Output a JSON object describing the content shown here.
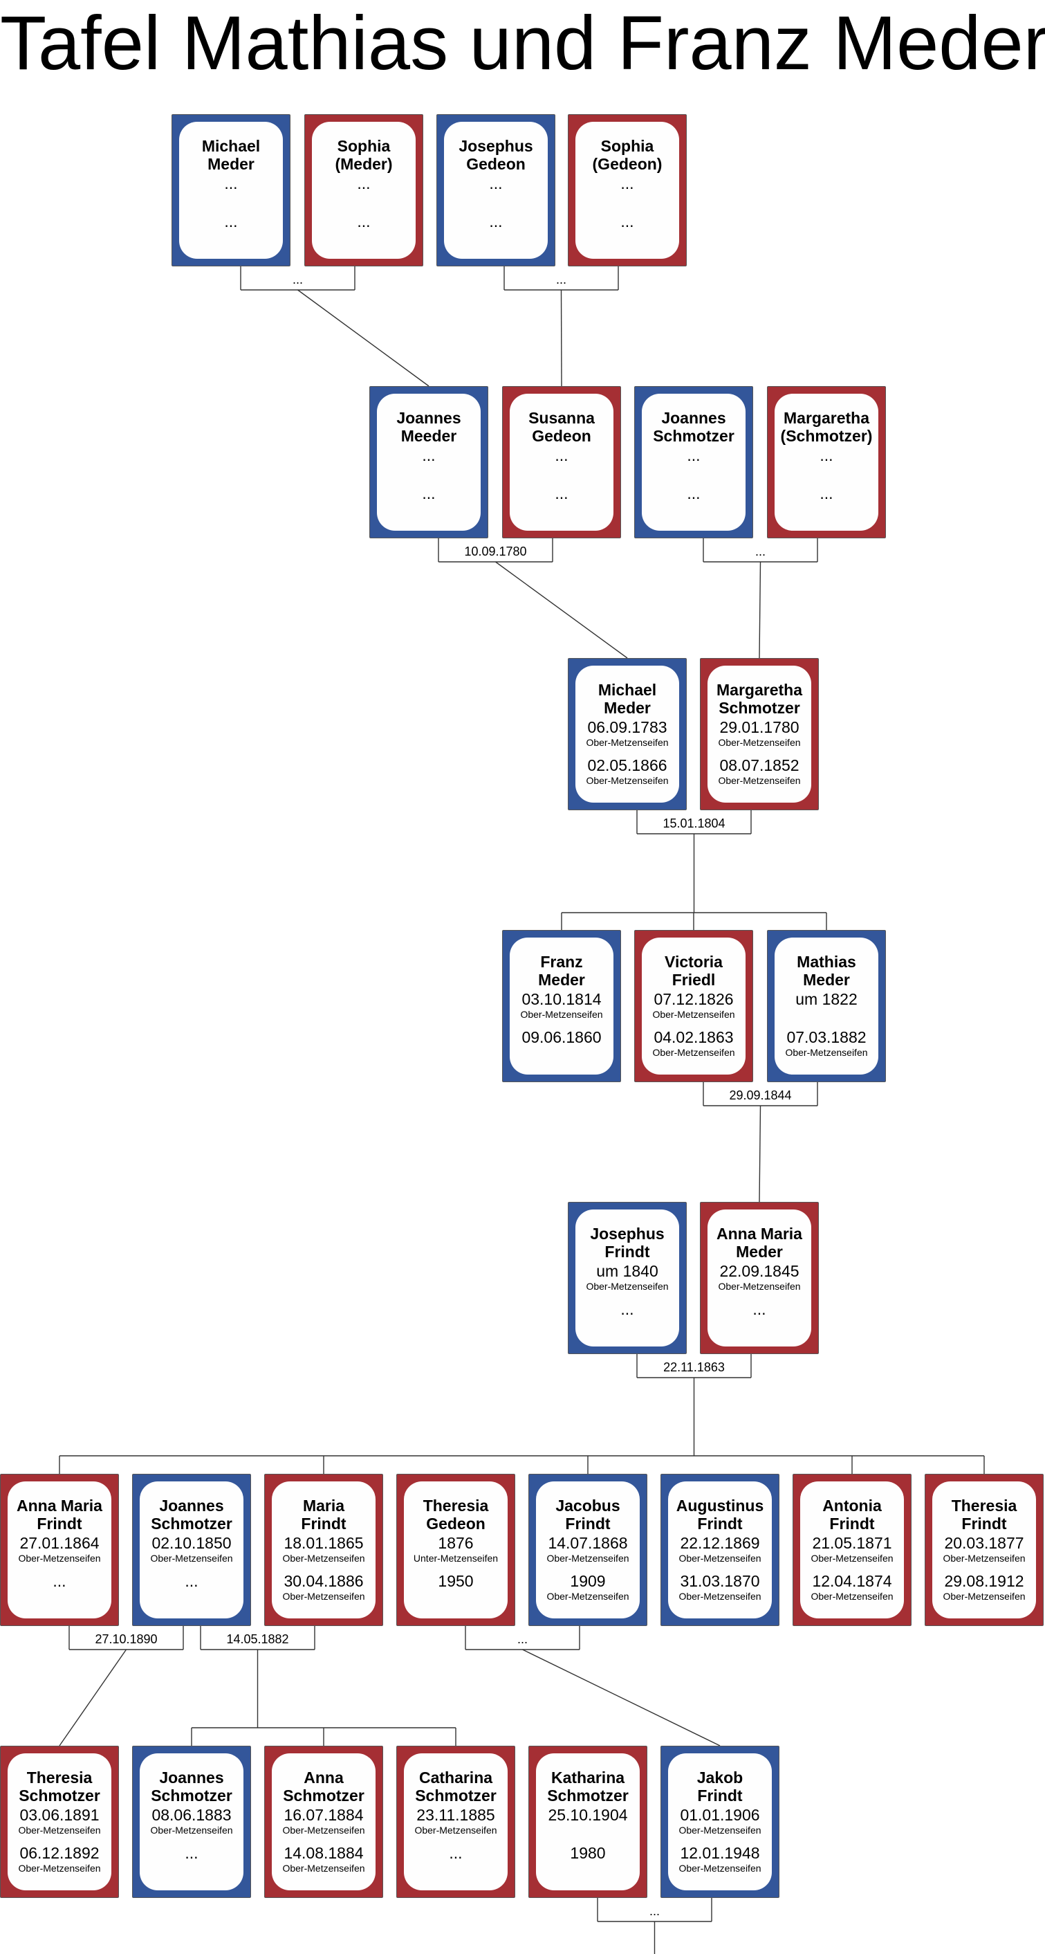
{
  "title": "Tafel Mathias und Franz Meder",
  "colors": {
    "male": "#33569a",
    "female": "#a52f34",
    "line": "#333333"
  },
  "persons": [
    {
      "id": "p1",
      "sex": "m",
      "name": [
        "Michael",
        "Meder"
      ],
      "l1": "...",
      "l2": "...",
      "p2": ""
    },
    {
      "id": "p2",
      "sex": "f",
      "name": [
        "Sophia",
        "(Meder)"
      ],
      "l1": "...",
      "l2": "...",
      "p2": ""
    },
    {
      "id": "p3",
      "sex": "m",
      "name": [
        "Josephus",
        "Gedeon"
      ],
      "l1": "...",
      "l2": "...",
      "p2": ""
    },
    {
      "id": "p4",
      "sex": "f",
      "name": [
        "Sophia",
        "(Gedeon)"
      ],
      "l1": "...",
      "l2": "...",
      "p2": ""
    },
    {
      "id": "p5",
      "sex": "m",
      "name": [
        "Joannes",
        "Meeder"
      ],
      "l1": "...",
      "l2": "...",
      "p2": ""
    },
    {
      "id": "p6",
      "sex": "f",
      "name": [
        "Susanna",
        "Gedeon"
      ],
      "l1": "...",
      "l2": "...",
      "p2": ""
    },
    {
      "id": "p7",
      "sex": "m",
      "name": [
        "Joannes",
        "Schmotzer"
      ],
      "l1": "...",
      "l2": "...",
      "p2": ""
    },
    {
      "id": "p8",
      "sex": "f",
      "name": [
        "Margaretha",
        "(Schmotzer)"
      ],
      "l1": "...",
      "l2": "...",
      "p2": ""
    },
    {
      "id": "p9",
      "sex": "m",
      "name": [
        "Michael",
        "Meder"
      ],
      "l1": "06.09.1783",
      "p1": "Ober-Metzenseifen",
      "l2": "02.05.1866",
      "p2": "Ober-Metzenseifen"
    },
    {
      "id": "p10",
      "sex": "f",
      "name": [
        "Margaretha",
        "Schmotzer"
      ],
      "l1": "29.01.1780",
      "p1": "Ober-Metzenseifen",
      "l2": "08.07.1852",
      "p2": "Ober-Metzenseifen"
    },
    {
      "id": "p11",
      "sex": "m",
      "name": [
        "Franz",
        "Meder"
      ],
      "l1": "03.10.1814",
      "p1": "Ober-Metzenseifen",
      "l2": "09.06.1860",
      "p2": ""
    },
    {
      "id": "p12",
      "sex": "f",
      "name": [
        "Victoria",
        "Friedl"
      ],
      "l1": "07.12.1826",
      "p1": "Ober-Metzenseifen",
      "l2": "04.02.1863",
      "p2": "Ober-Metzenseifen"
    },
    {
      "id": "p13",
      "sex": "m",
      "name": [
        "Mathias",
        "Meder"
      ],
      "l1": "um 1822",
      "p1": "",
      "l2": "07.03.1882",
      "p2": "Ober-Metzenseifen"
    },
    {
      "id": "p14",
      "sex": "m",
      "name": [
        "Josephus",
        "Frindt"
      ],
      "l1": "um 1840",
      "p1": "Ober-Metzenseifen",
      "l2": "...",
      "p2": ""
    },
    {
      "id": "p15",
      "sex": "f",
      "name": [
        "Anna Maria",
        "Meder"
      ],
      "l1": "22.09.1845",
      "p1": "Ober-Metzenseifen",
      "l2": "...",
      "p2": ""
    },
    {
      "id": "p16",
      "sex": "f",
      "name": [
        "Anna Maria",
        "Frindt"
      ],
      "l1": "27.01.1864",
      "p1": "Ober-Metzenseifen",
      "l2": "...",
      "p2": ""
    },
    {
      "id": "p17",
      "sex": "m",
      "name": [
        "Joannes",
        "Schmotzer"
      ],
      "l1": "02.10.1850",
      "p1": "Ober-Metzenseifen",
      "l2": "...",
      "p2": ""
    },
    {
      "id": "p18",
      "sex": "f",
      "name": [
        "Maria",
        "Frindt"
      ],
      "l1": "18.01.1865",
      "p1": "Ober-Metzenseifen",
      "l2": "30.04.1886",
      "p2": "Ober-Metzenseifen"
    },
    {
      "id": "p19",
      "sex": "f",
      "name": [
        "Theresia",
        "Gedeon"
      ],
      "l1": "1876",
      "p1": "Unter-Metzenseifen",
      "l2": "1950",
      "p2": ""
    },
    {
      "id": "p20",
      "sex": "m",
      "name": [
        "Jacobus",
        "Frindt"
      ],
      "l1": "14.07.1868",
      "p1": "Ober-Metzenseifen",
      "l2": "1909",
      "p2": "Ober-Metzenseifen"
    },
    {
      "id": "p21",
      "sex": "m",
      "name": [
        "Augustinus",
        "Frindt"
      ],
      "l1": "22.12.1869",
      "p1": "Ober-Metzenseifen",
      "l2": "31.03.1870",
      "p2": "Ober-Metzenseifen"
    },
    {
      "id": "p22",
      "sex": "f",
      "name": [
        "Antonia",
        "Frindt"
      ],
      "l1": "21.05.1871",
      "p1": "Ober-Metzenseifen",
      "l2": "12.04.1874",
      "p2": "Ober-Metzenseifen"
    },
    {
      "id": "p23",
      "sex": "f",
      "name": [
        "Theresia",
        "Frindt"
      ],
      "l1": "20.03.1877",
      "p1": "Ober-Metzenseifen",
      "l2": "29.08.1912",
      "p2": "Ober-Metzenseifen"
    },
    {
      "id": "p24",
      "sex": "f",
      "name": [
        "Theresia",
        "Schmotzer"
      ],
      "l1": "03.06.1891",
      "p1": "Ober-Metzenseifen",
      "l2": "06.12.1892",
      "p2": "Ober-Metzenseifen"
    },
    {
      "id": "p25",
      "sex": "m",
      "name": [
        "Joannes",
        "Schmotzer"
      ],
      "l1": "08.06.1883",
      "p1": "Ober-Metzenseifen",
      "l2": "...",
      "p2": ""
    },
    {
      "id": "p26",
      "sex": "f",
      "name": [
        "Anna",
        "Schmotzer"
      ],
      "l1": "16.07.1884",
      "p1": "Ober-Metzenseifen",
      "l2": "14.08.1884",
      "p2": "Ober-Metzenseifen"
    },
    {
      "id": "p27",
      "sex": "f",
      "name": [
        "Catharina",
        "Schmotzer"
      ],
      "l1": "23.11.1885",
      "p1": "Ober-Metzenseifen",
      "l2": "...",
      "p2": ""
    },
    {
      "id": "p28",
      "sex": "f",
      "name": [
        "Katharina",
        "Schmotzer"
      ],
      "l1": "25.10.1904",
      "p1": "",
      "l2": "1980",
      "p2": ""
    },
    {
      "id": "p29",
      "sex": "m",
      "name": [
        "Jakob",
        "Frindt"
      ],
      "l1": "01.01.1906",
      "p1": "Ober-Metzenseifen",
      "l2": "12.01.1948",
      "p2": "Ober-Metzenseifen"
    }
  ],
  "marriages": [
    {
      "id": "m1",
      "label": "..."
    },
    {
      "id": "m2",
      "label": "..."
    },
    {
      "id": "m3",
      "label": "10.09.1780"
    },
    {
      "id": "m4",
      "label": "..."
    },
    {
      "id": "m5",
      "label": "15.01.1804"
    },
    {
      "id": "m6",
      "label": "29.09.1844"
    },
    {
      "id": "m7",
      "label": "22.11.1863"
    },
    {
      "id": "m8",
      "label": "27.10.1890"
    },
    {
      "id": "m9",
      "label": "14.05.1882"
    },
    {
      "id": "m10",
      "label": "..."
    },
    {
      "id": "m11",
      "label": "..."
    }
  ]
}
